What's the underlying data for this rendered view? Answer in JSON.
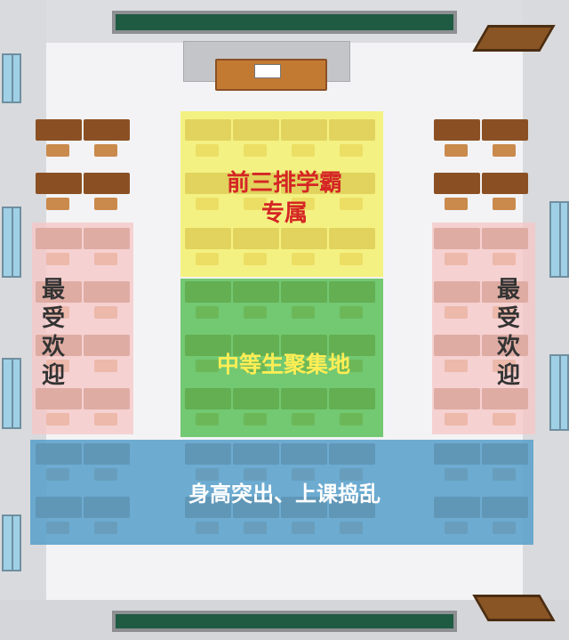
{
  "zones": {
    "front": "前三排学霸专属",
    "middle": "中等生聚集地",
    "left_side": "最受欢迎",
    "right_side": "最受欢迎",
    "back": "身高突出、上课捣乱"
  },
  "colors": {
    "front": "#f4f06a",
    "middle": "#5cc05a",
    "side": "#f6c6c6",
    "back": "#5aa0cc",
    "front_text": "#d52525",
    "middle_text": "#ffee55",
    "side_text": "#333333",
    "back_text": "#ffffff"
  }
}
